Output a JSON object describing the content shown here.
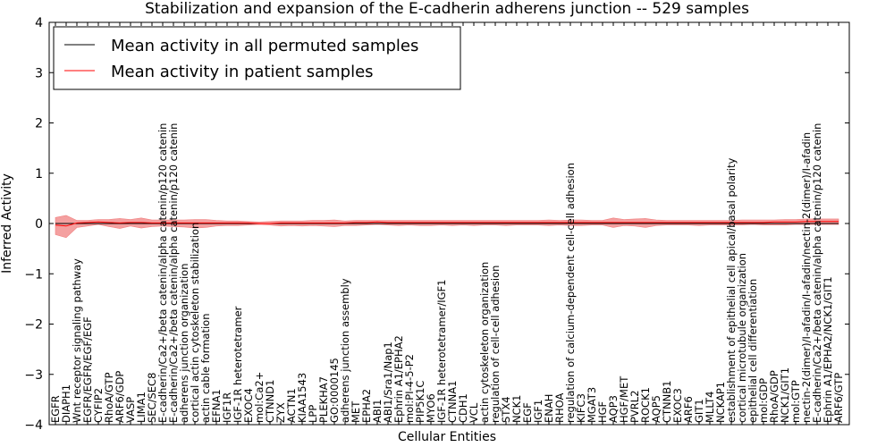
{
  "chart_data": {
    "type": "line",
    "title": "Stabilization and expansion of the E-cadherin adherens junction -- 529 samples",
    "xlabel": "Cellular Entities",
    "ylabel": "Inferred Activity",
    "ylim": [
      -4,
      4
    ],
    "yticks": [
      "−4",
      "−3",
      "−2",
      "−1",
      "0",
      "1",
      "2",
      "3",
      "4"
    ],
    "grid": false,
    "legend_position": "top-left",
    "categories": [
      "EGFR",
      "DIAPH1",
      "Wnt receptor signaling pathway",
      "EGFR/EGFR/EGF/EGF",
      "CYFIP2",
      "RhoA/GTP",
      "ARF6/GDP",
      "VASP",
      "LIMA1",
      "SEC/SEC8",
      "E-cadherin/Ca2+/beta catenin/alpha catenin/p120 catenin",
      "E-cadherin/Ca2+/beta catenin/alpha catenin/p120 catenin",
      "adherens junction organization",
      "cortical actin cytoskeleton stabilization",
      "actin cable formation",
      "EFNA1",
      "IGF1R",
      "IGF-1R heterotetramer",
      "EXOC4",
      "mol:Ca2+",
      "CTNND1",
      "ZYX",
      "ACTN1",
      "KIAA1543",
      "LPP",
      "PLEKHA7",
      "GO:0000145",
      "adherens junction assembly",
      "MET",
      "EPHA2",
      "ABI1",
      "ABI1/Sra1/Nap1",
      "Ephrin A1/EPHA2",
      "mol:PI-4-5-P2",
      "PIP5K1C",
      "MYO6",
      "IGF-1R heterotetramer/IGF1",
      "CTNNA1",
      "CDH1",
      "VCL",
      "actin cytoskeleton organization",
      "regulation of cell-cell adhesion",
      "STX4",
      "NCK1",
      "EGF",
      "IGF1",
      "ENAH",
      "RHOA",
      "regulation of calcium-dependent cell-cell adhesion",
      "KIFC3",
      "MGAT3",
      "HGF",
      "AQP3",
      "HGF/MET",
      "PVRL2",
      "ROCK1",
      "AQP5",
      "CTNNB1",
      "EXOC3",
      "ARF6",
      "GIT1",
      "MLLT4",
      "NCKAP1",
      "establishment of epithelial cell apical/basal polarity",
      "cortical microtubule organization",
      "epithelial cell differentiation",
      "mol:GDP",
      "RhoA/GDP",
      "NCK1/GIT1",
      "mol:GTP",
      "nectin-2(dimer)/I-afadin/I-afadin/nectin-2(dimer)/I-afadin",
      "E-cadherin/Ca2+/beta catenin/alpha catenin/p120 catenin",
      "Ephrin A1/EPHA2/NCK1/GIT1",
      "ARF6/GTP"
    ],
    "series": [
      {
        "name": "Mean activity in all permuted samples",
        "color": "#000000",
        "values": [
          0.0,
          0.0,
          0.0,
          0.0,
          0.0,
          0.0,
          0.0,
          0.0,
          0.0,
          0.0,
          0.0,
          0.0,
          0.0,
          0.0,
          0.0,
          0.0,
          0.0,
          0.0,
          0.0,
          0.0,
          0.0,
          0.0,
          0.0,
          0.0,
          0.0,
          0.0,
          0.0,
          0.0,
          0.0,
          0.0,
          0.0,
          0.0,
          0.0,
          0.0,
          0.0,
          0.0,
          0.0,
          0.0,
          0.0,
          0.0,
          0.0,
          0.0,
          0.0,
          0.0,
          0.0,
          0.0,
          0.0,
          0.0,
          0.0,
          0.0,
          0.0,
          0.0,
          0.0,
          0.0,
          0.0,
          0.0,
          0.0,
          0.0,
          0.0,
          0.0,
          0.0,
          0.0,
          0.0,
          0.0,
          0.0,
          0.0,
          0.0,
          0.0,
          0.0,
          0.0,
          0.0,
          0.0,
          0.0,
          0.0
        ]
      },
      {
        "name": "Mean activity in patient samples",
        "color": "#ff0000",
        "fill": "#f08080",
        "values": [
          -0.03,
          -0.05,
          0.01,
          0.02,
          0.03,
          0.02,
          0.01,
          0.02,
          0.02,
          0.01,
          0.01,
          0.01,
          0.01,
          0.01,
          0.01,
          0.01,
          0.01,
          0.01,
          0.01,
          0.0,
          0.0,
          0.01,
          0.01,
          0.01,
          0.01,
          0.01,
          0.01,
          0.01,
          0.02,
          0.02,
          0.03,
          0.02,
          0.02,
          0.02,
          0.02,
          0.02,
          0.02,
          0.02,
          0.02,
          0.02,
          0.02,
          0.02,
          0.02,
          0.02,
          0.02,
          0.02,
          0.02,
          0.02,
          0.02,
          0.02,
          0.02,
          0.02,
          0.02,
          0.02,
          0.02,
          0.02,
          0.02,
          0.02,
          0.02,
          0.02,
          0.02,
          0.02,
          0.02,
          0.02,
          0.02,
          0.02,
          0.02,
          0.03,
          0.03,
          0.03,
          0.04,
          0.04,
          0.04,
          0.04
        ],
        "lower": [
          -0.22,
          -0.28,
          -0.08,
          -0.05,
          -0.02,
          -0.06,
          -0.1,
          -0.05,
          -0.09,
          -0.06,
          -0.05,
          -0.06,
          -0.07,
          -0.09,
          -0.08,
          -0.05,
          -0.04,
          -0.04,
          -0.03,
          -0.02,
          -0.03,
          -0.05,
          -0.04,
          -0.05,
          -0.04,
          -0.05,
          -0.06,
          -0.04,
          -0.04,
          -0.03,
          -0.02,
          -0.03,
          -0.04,
          -0.03,
          -0.04,
          -0.04,
          -0.03,
          -0.04,
          -0.03,
          -0.04,
          -0.03,
          -0.03,
          -0.04,
          -0.03,
          -0.03,
          -0.03,
          -0.04,
          -0.03,
          -0.04,
          -0.04,
          -0.03,
          -0.03,
          -0.08,
          -0.04,
          -0.05,
          -0.08,
          -0.04,
          -0.03,
          -0.03,
          -0.03,
          -0.04,
          -0.03,
          -0.03,
          -0.03,
          -0.03,
          -0.02,
          -0.03,
          -0.03,
          -0.03,
          -0.02,
          -0.02,
          -0.02,
          -0.02,
          -0.02
        ],
        "upper": [
          0.12,
          0.16,
          0.06,
          0.06,
          0.08,
          0.08,
          0.1,
          0.08,
          0.11,
          0.07,
          0.07,
          0.07,
          0.07,
          0.08,
          0.08,
          0.06,
          0.05,
          0.05,
          0.04,
          0.03,
          0.04,
          0.05,
          0.05,
          0.05,
          0.06,
          0.06,
          0.07,
          0.05,
          0.06,
          0.06,
          0.06,
          0.06,
          0.06,
          0.06,
          0.06,
          0.06,
          0.06,
          0.06,
          0.06,
          0.06,
          0.06,
          0.06,
          0.06,
          0.06,
          0.06,
          0.06,
          0.07,
          0.06,
          0.07,
          0.07,
          0.06,
          0.06,
          0.11,
          0.08,
          0.09,
          0.1,
          0.07,
          0.06,
          0.06,
          0.06,
          0.06,
          0.06,
          0.06,
          0.06,
          0.07,
          0.07,
          0.07,
          0.07,
          0.08,
          0.08,
          0.09,
          0.09,
          0.09,
          0.09
        ]
      }
    ]
  }
}
